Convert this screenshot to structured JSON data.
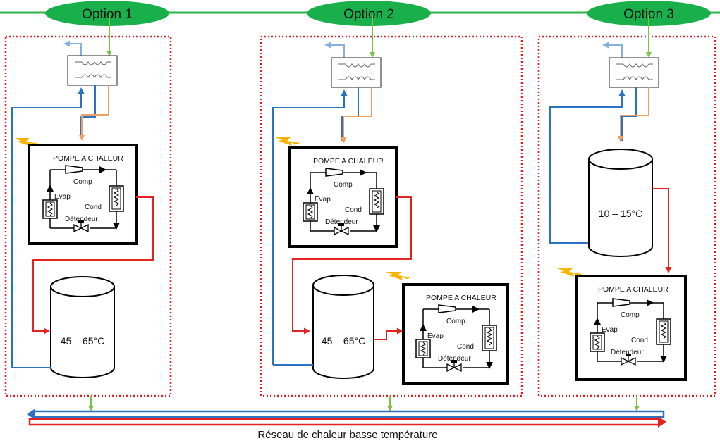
{
  "options": [
    {
      "label": "Option 1",
      "tank_label": "45 – 65°C"
    },
    {
      "label": "Option 2",
      "tank_label": "45 – 65°C"
    },
    {
      "label": "Option 3",
      "tank_label": "10 – 15°C"
    }
  ],
  "heat_pump": {
    "title": "POMPE A CHALEUR",
    "comp": "Comp",
    "evap": "Evap",
    "cond": "Cond",
    "detendeur": "Détendeur"
  },
  "network_caption": "Réseau de chaleur basse température",
  "colors": {
    "green_line": "#2eb34a",
    "option_ellipse": "#19b04b",
    "dotted_border": "#e02020",
    "blue_pipe": "#2b73c2",
    "red_pipe": "#e52222",
    "orange_pipe": "#f0a060",
    "light_blue_pipe": "#86b0e0",
    "green_arrow": "#7bc142",
    "lightning": "#f6b400"
  }
}
